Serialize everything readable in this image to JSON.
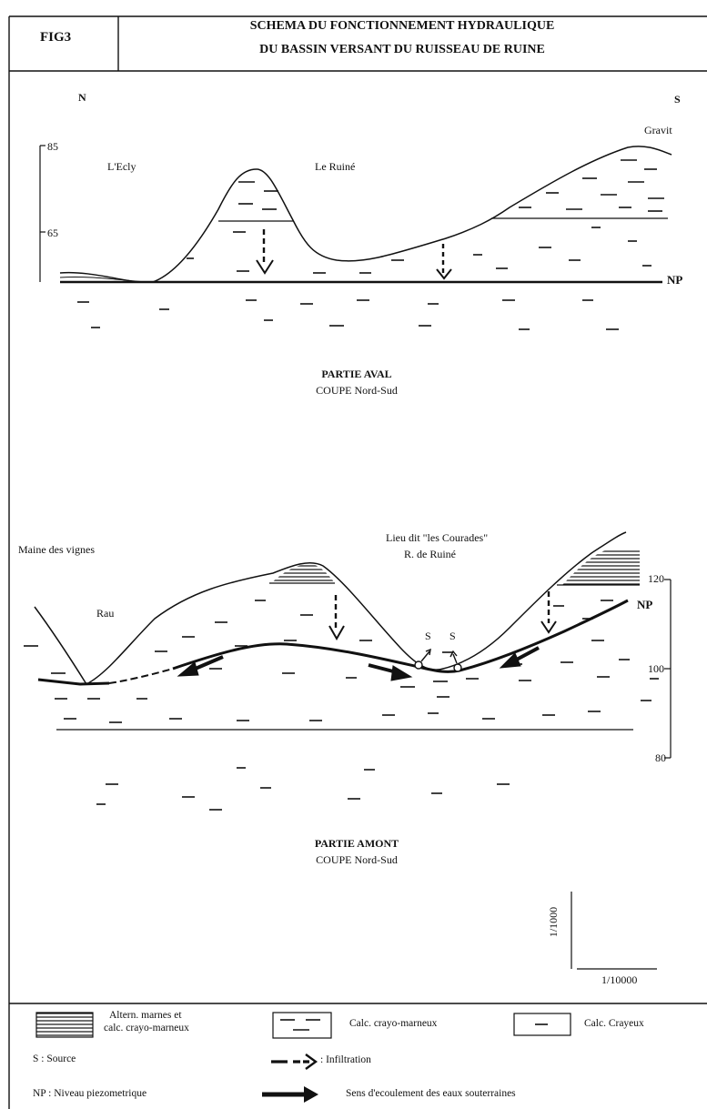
{
  "header": {
    "fig_label": "FIG3",
    "title_line1": "SCHEMA DU FONCTIONNEMENT HYDRAULIQUE",
    "title_line2": "DU BASSIN VERSANT DU   RUISSEAU DE RUINE"
  },
  "aval": {
    "north": "N",
    "south": "S",
    "tick_85": "85",
    "tick_65": "65",
    "place_left": "L'Ecly",
    "place_mid": "Le Ruiné",
    "place_right": "Gravit",
    "np": "NP",
    "title": "PARTIE AVAL",
    "subtitle": "COUPE Nord-Sud"
  },
  "amont": {
    "place_left": "Maine des vignes",
    "rau": "Rau",
    "lieu_line1": "Lieu dit \"les Courades\"",
    "lieu_line2": "R. de Ruiné",
    "source_1": "S",
    "source_2": "S",
    "np": "NP",
    "tick_120": "120",
    "tick_100": "100",
    "tick_80": "80",
    "title": "PARTIE AMONT",
    "subtitle": "COUPE Nord-Sud",
    "scale_v": "1/1000",
    "scale_h": "1/10000"
  },
  "legend": {
    "altern": "Altern. marnes et calc. crayo-marneux",
    "altern_line1": "Altern. marnes et",
    "altern_line2": "calc. crayo-marneux",
    "calc_crayo": "Calc. crayo-marneux",
    "calc_crayeux": "Calc. Crayeux",
    "source": "S  :  Source",
    "infiltration": ": Infiltration",
    "np": "NP : Niveau piezometrique",
    "sens": "Sens d'ecoulement des eaux souterraines"
  }
}
